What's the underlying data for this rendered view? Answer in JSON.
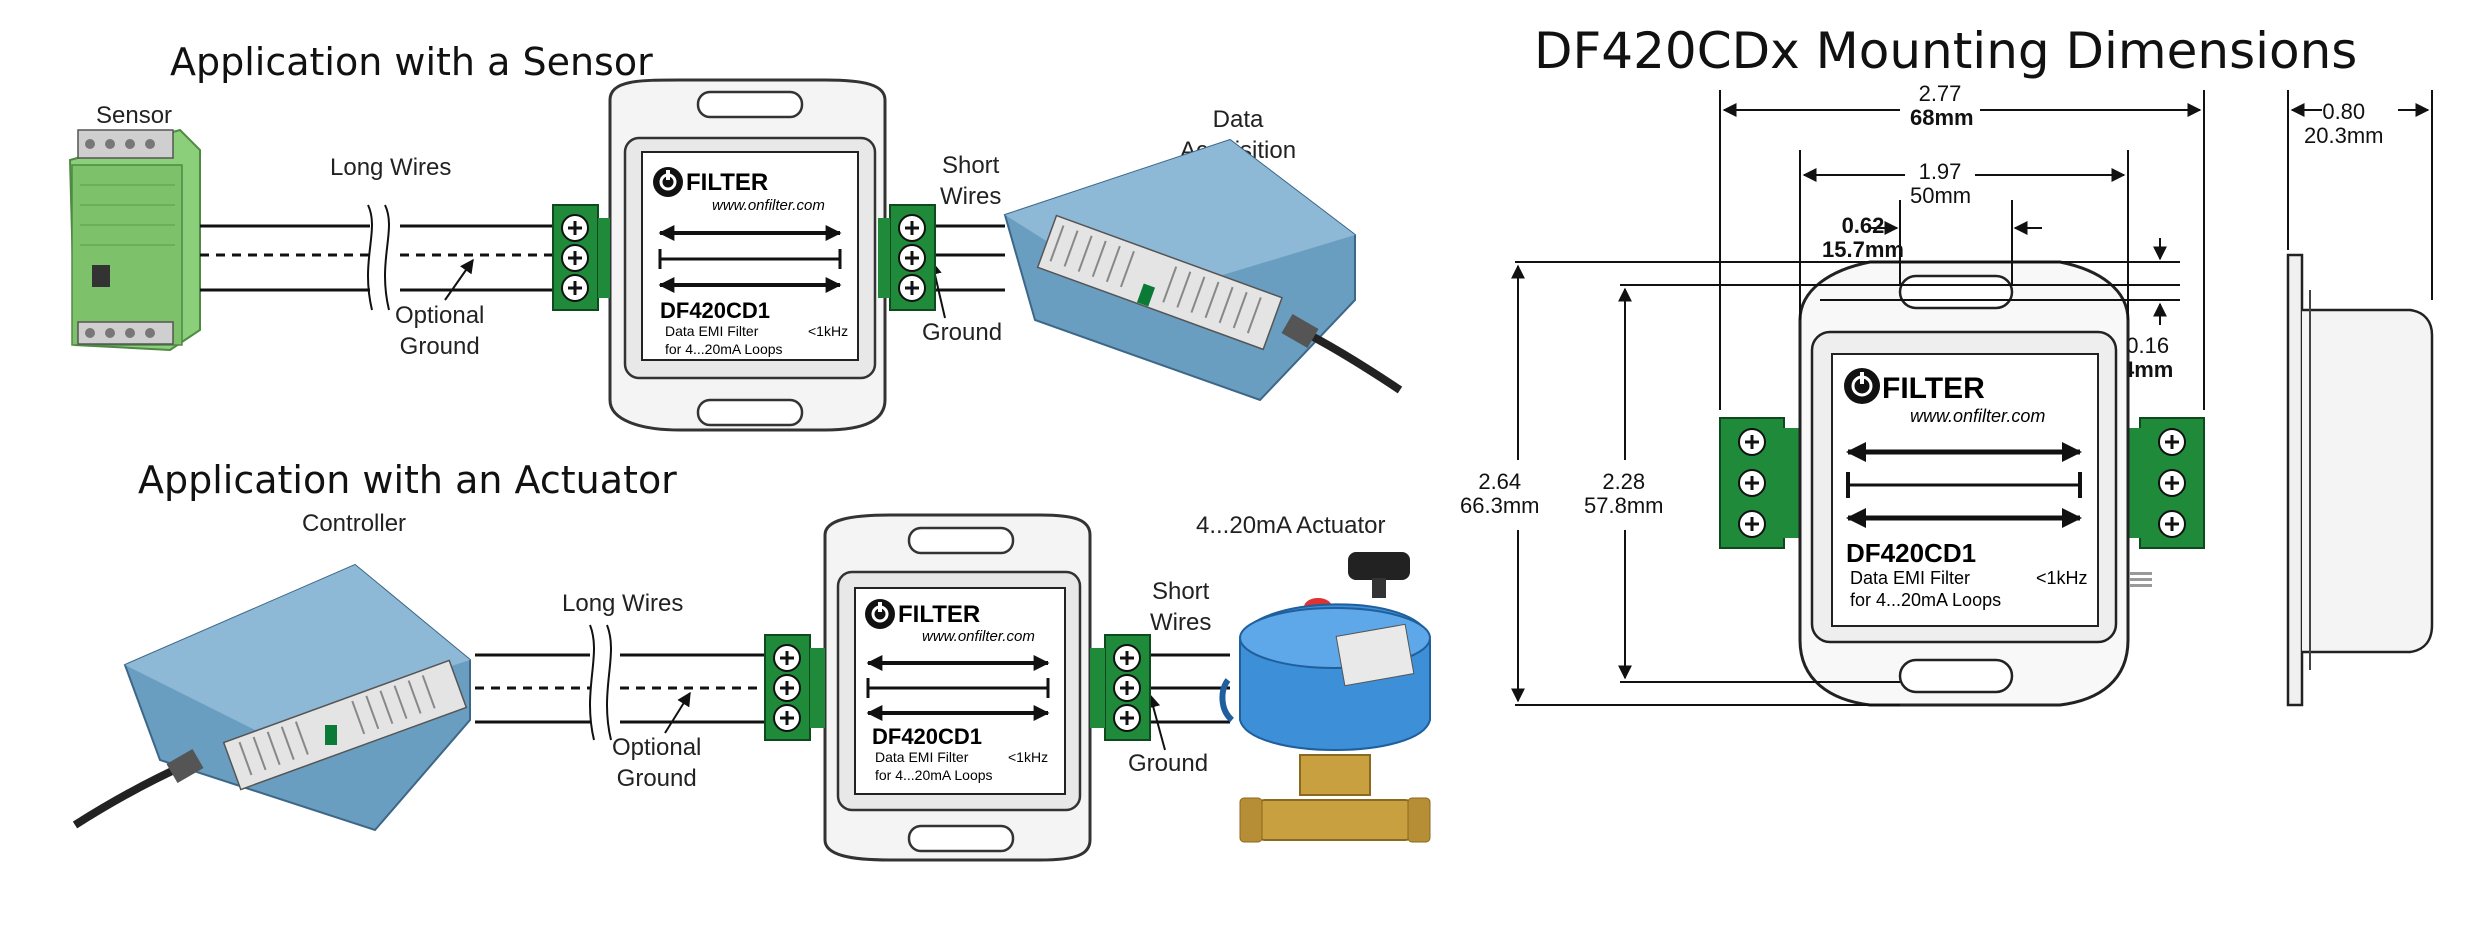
{
  "sensor_app": {
    "title": "Application with a Sensor",
    "sensor_label": "Sensor",
    "long_wires_label": "Long Wires",
    "optional_ground_label": [
      "Optional",
      "Ground"
    ],
    "short_wires_label": [
      "Short",
      "Wires"
    ],
    "ground_label": "Ground",
    "daq_label": [
      "Data",
      "Acquisition"
    ]
  },
  "actuator_app": {
    "title": "Application with an Actuator",
    "controller_label": "Controller",
    "long_wires_label": "Long Wires",
    "optional_ground_label": [
      "Optional",
      "Ground"
    ],
    "short_wires_label": [
      "Short",
      "Wires"
    ],
    "ground_label": "Ground",
    "actuator_label": "4...20mA Actuator"
  },
  "filter_label": {
    "brand": "FILTER",
    "website": "www.onfilter.com",
    "model": "DF420CD1",
    "desc1": "Data EMI Filter",
    "freq": "<1kHz",
    "desc2": "for 4...20mA Loops"
  },
  "mounting": {
    "title": "DF420CDx Mounting Dimensions",
    "overall_width": [
      "2.77",
      "68mm"
    ],
    "hole_spacing": [
      "1.97",
      "50mm"
    ],
    "slot_width": [
      "0.62",
      "15.7mm"
    ],
    "slot_offset": [
      "0.16",
      "4mm"
    ],
    "overall_height": [
      "2.64",
      "66.3mm"
    ],
    "body_height": [
      "2.28",
      "57.8mm"
    ],
    "depth": [
      "0.80",
      "20.3mm"
    ]
  },
  "colors": {
    "terminal_green": "#1e8a3a",
    "daq_blue": "#6a9ec0",
    "sensor_green": "#8ccf7a",
    "actuator_blue": "#3d8fd8",
    "brass": "#c9a040"
  }
}
